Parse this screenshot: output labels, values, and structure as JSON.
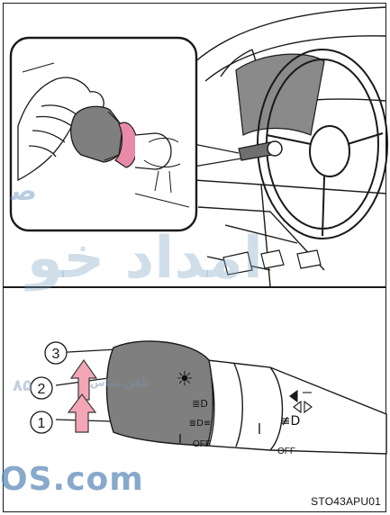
{
  "top_illustration": {
    "description_icons": [
      "hand-icon",
      "turn-knob-icon",
      "steering-wheel-icon",
      "lever-stalk-icon"
    ]
  },
  "bottom_illustration": {
    "positions": [
      "1",
      "2",
      "3"
    ],
    "switch_symbols": {
      "position_lamps": "☀",
      "headlights": "≣D",
      "auto": "≣D≡",
      "off_left": "OFF",
      "fog_icon": "≢D",
      "off_right": "OFF"
    }
  },
  "image_code": "STO43APU01",
  "watermarks": {
    "arabic_big": "امداد خو",
    "site_suffix": "OS.com",
    "phone_line": "تلفن تماس",
    "left_digit": "۸۵",
    "left_letter": "ﺻ"
  },
  "colors": {
    "arrow_pink": "#f4a6b6",
    "arrow_stroke": "#3a3a3a",
    "lever_gray": "#7f7f7f",
    "line": "#1a1a1a",
    "knob_pink": "#e98aa6"
  }
}
